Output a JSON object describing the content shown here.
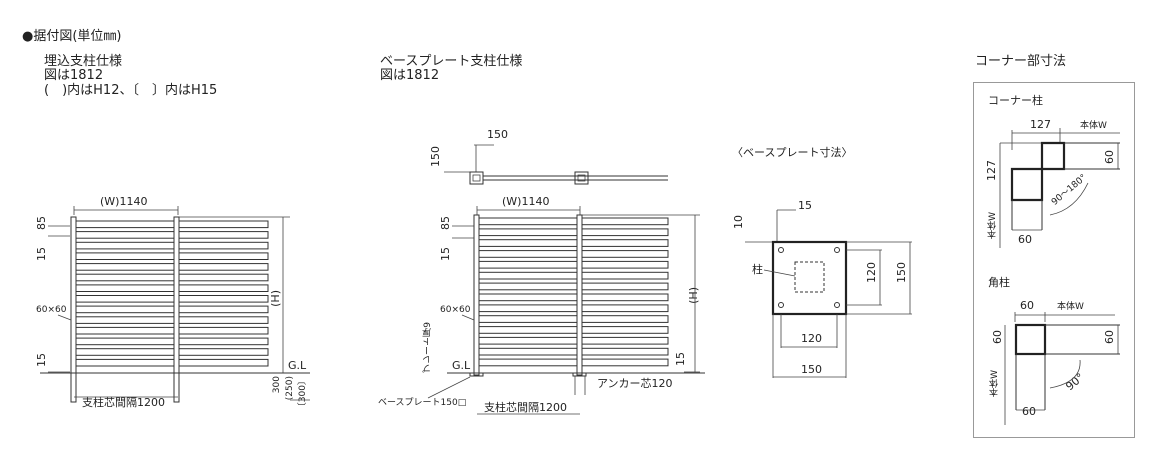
{
  "heading": "●据付図(単位㎜)",
  "left": {
    "title": "埋込支柱仕様",
    "line2": "図は1812",
    "line3": "(　)内はH12、〔　〕内はH15",
    "width_label": "(W)1140",
    "dim_85": "85",
    "dim_15_top": "15",
    "post_size": "60×60",
    "dim_15_bottom": "15",
    "height_label": "(H)",
    "gl": "G.L",
    "embed_300": "300",
    "embed_250": "(250)",
    "embed_300b": "〔300〕",
    "pitch": "支柱芯間隔1200"
  },
  "middle": {
    "title": "ベースプレート支柱仕様",
    "line2": "図は1812",
    "plan_150_h": "150",
    "plan_150_v": "150",
    "width_label": "(W)1140",
    "dim_85": "85",
    "dim_15_top": "15",
    "post_size": "60×60",
    "plate_thickness": "プレート厚9",
    "gl": "G.L",
    "height_label": "(H)",
    "dim_15_bottom": "15",
    "anchor": "アンカー芯120",
    "base_plate": "ベースプレート150□",
    "pitch": "支柱芯間隔1200"
  },
  "plate": {
    "title": "〈ベースプレート寸法〉",
    "d15": "15",
    "d10": "10",
    "post": "柱",
    "d120_v": "120",
    "d150_v": "150",
    "d120_h": "120",
    "d150_h": "150"
  },
  "corner": {
    "title": "コーナー部寸法",
    "corner_post": "コーナー柱",
    "c127_top": "127",
    "c_body_w_top": "本体W",
    "c127_side": "127",
    "c60_right": "60",
    "c_angle": "90～180°",
    "c_body_w_side": "本体W",
    "c60_bottom": "60",
    "square_post": "角柱",
    "s60_top": "60",
    "s_body_w_top": "本体W",
    "s60_left": "60",
    "s60_right": "60",
    "s_angle": "90°",
    "s_body_w_side": "本体W",
    "s60_bottom": "60"
  }
}
